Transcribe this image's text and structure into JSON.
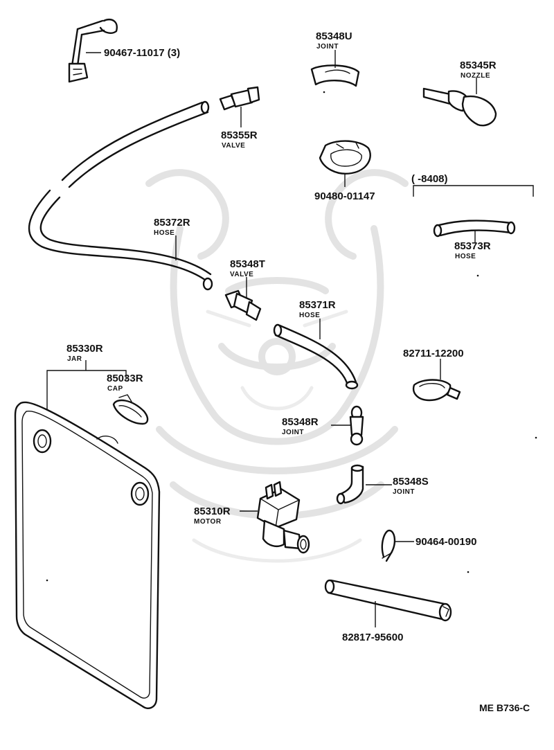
{
  "parts": [
    {
      "id": "p1",
      "number": "90467-11017",
      "qty": "(3)",
      "name": ""
    },
    {
      "id": "p2",
      "number": "85348U",
      "name": "JOINT"
    },
    {
      "id": "p3",
      "number": "85345R",
      "name": "NOZZLE"
    },
    {
      "id": "p4",
      "number": "85355R",
      "name": "VALVE"
    },
    {
      "id": "p5",
      "number": "90480-01147",
      "name": ""
    },
    {
      "id": "p6",
      "number": "85373R",
      "name": "HOSE",
      "range": "(      -8408)"
    },
    {
      "id": "p7",
      "number": "85372R",
      "name": "HOSE"
    },
    {
      "id": "p8",
      "number": "85348T",
      "name": "VALVE"
    },
    {
      "id": "p9",
      "number": "85371R",
      "name": "HOSE"
    },
    {
      "id": "p10",
      "number": "85330R",
      "name": "JAR"
    },
    {
      "id": "p11",
      "number": "85033R",
      "name": "CAP"
    },
    {
      "id": "p12",
      "number": "82711-12200",
      "name": ""
    },
    {
      "id": "p13",
      "number": "85348R",
      "name": "JOINT"
    },
    {
      "id": "p14",
      "number": "85348S",
      "name": "JOINT"
    },
    {
      "id": "p15",
      "number": "85310R",
      "name": "MOTOR"
    },
    {
      "id": "p16",
      "number": "90464-00190",
      "name": ""
    },
    {
      "id": "p17",
      "number": "82817-95600",
      "name": ""
    }
  ],
  "diagram_code": "ME B736-C",
  "colors": {
    "ink": "#111111",
    "watermark": "#e3e3e3",
    "background": "#ffffff"
  }
}
